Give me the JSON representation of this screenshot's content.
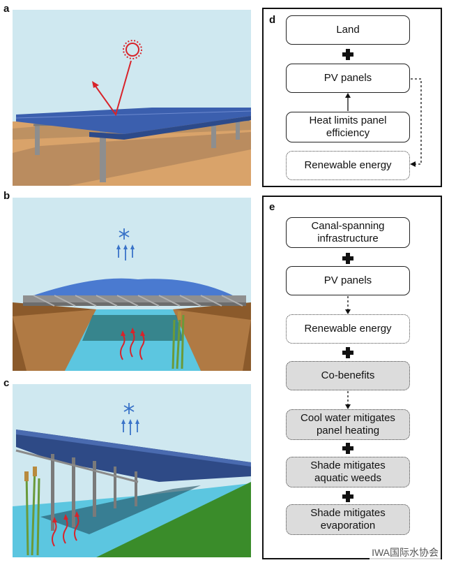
{
  "panels": {
    "a": "a",
    "b": "b",
    "c": "c",
    "d": "d",
    "e": "e"
  },
  "panel_d": {
    "nodes": [
      "Land",
      "PV panels",
      "Heat limits panel efficiency",
      "Renewable energy"
    ]
  },
  "panel_e": {
    "nodes": [
      "Canal-spanning infrastructure",
      "PV panels",
      "Renewable energy",
      "Co-benefits",
      "Cool water mitigates panel heating",
      "Shade mitigates aquatic weeds",
      "Shade mitigates evaporation"
    ]
  },
  "watermark": "IWA国际水协会",
  "colors": {
    "sky": "#cfe8f0",
    "ground": "#d9a36a",
    "panel": "#3b5fae",
    "water": "#5cc6e0",
    "arrow_red": "#d8232a",
    "arrow_blue": "#3a73c8"
  }
}
